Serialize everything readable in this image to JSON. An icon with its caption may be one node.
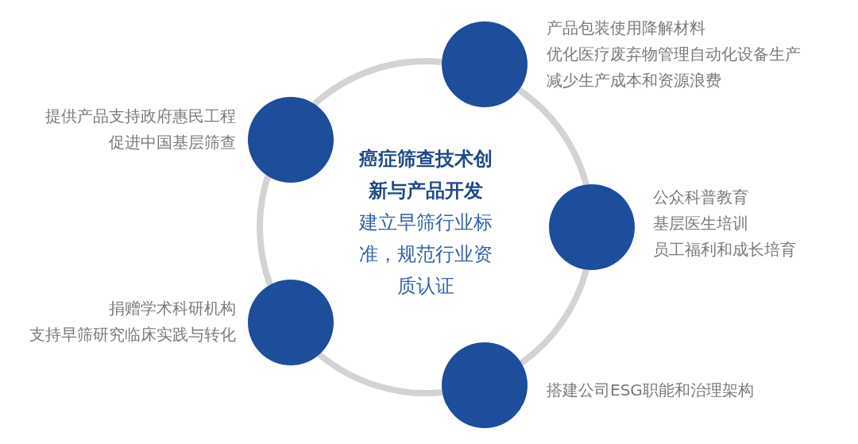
{
  "diagram": {
    "nodes": [
      {
        "text": [
          "癌症筛查技术创新与产品开发",
          "建立早筛行业标准，规范行业资质认证"
        ]
      },
      {
        "text": [],
        "shape": "circle",
        "beside": [
          "产品包装使用降解材料",
          "优化医疗废弃物管理自动化设备生产",
          "减少生产成本和资源浪费"
        ]
      },
      {
        "text": [],
        "shape": "circle",
        "beside": [
          "提供产品支持政府惠民工程",
          "促进中国基层筛查"
        ]
      },
      {
        "text": [],
        "shape": "circle",
        "beside": [
          "公众科普教育",
          "基层医生培训",
          "员工福利和成长培育"
        ]
      },
      {
        "text": [],
        "shape": "circle",
        "beside": [
          "捐赠学术科研机构",
          "支持早筛研究临床实践与转化"
        ]
      },
      {
        "text": [],
        "shape": "circle",
        "beside": [
          "搭建公司ESG职能和治理架构"
        ]
      }
    ]
  }
}
